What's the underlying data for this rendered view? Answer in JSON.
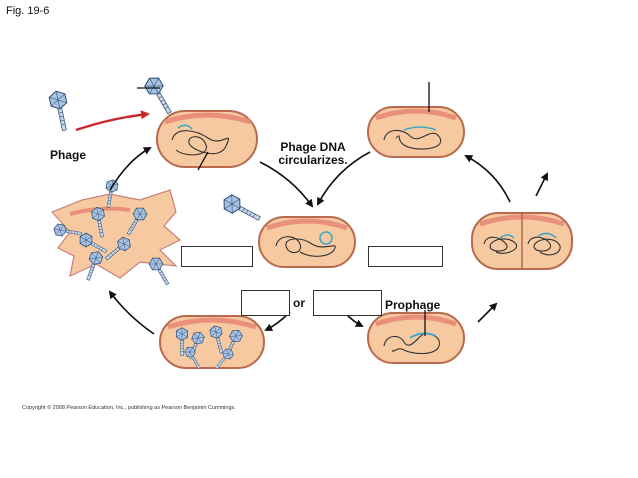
{
  "figure_label": "Fig. 19-6",
  "labels": {
    "phage": "Phage",
    "dna_circularizes": "Phage DNA circularizes.",
    "or": "or",
    "prophage": "Prophage"
  },
  "copyright": "Copyright © 2008 Pearson Education, Inc., publishing as Pearson Benjamin Cummings.",
  "colors": {
    "cell_fill": "#f7c9a0",
    "cell_rim": "#e8907a",
    "cell_outline": "#b86a4e",
    "dna": "#333333",
    "phage_dna": "#3aa7c4",
    "phage_head": "#a9c3e0",
    "arrow_red": "#c8282c",
    "arrow_black": "#111111"
  }
}
